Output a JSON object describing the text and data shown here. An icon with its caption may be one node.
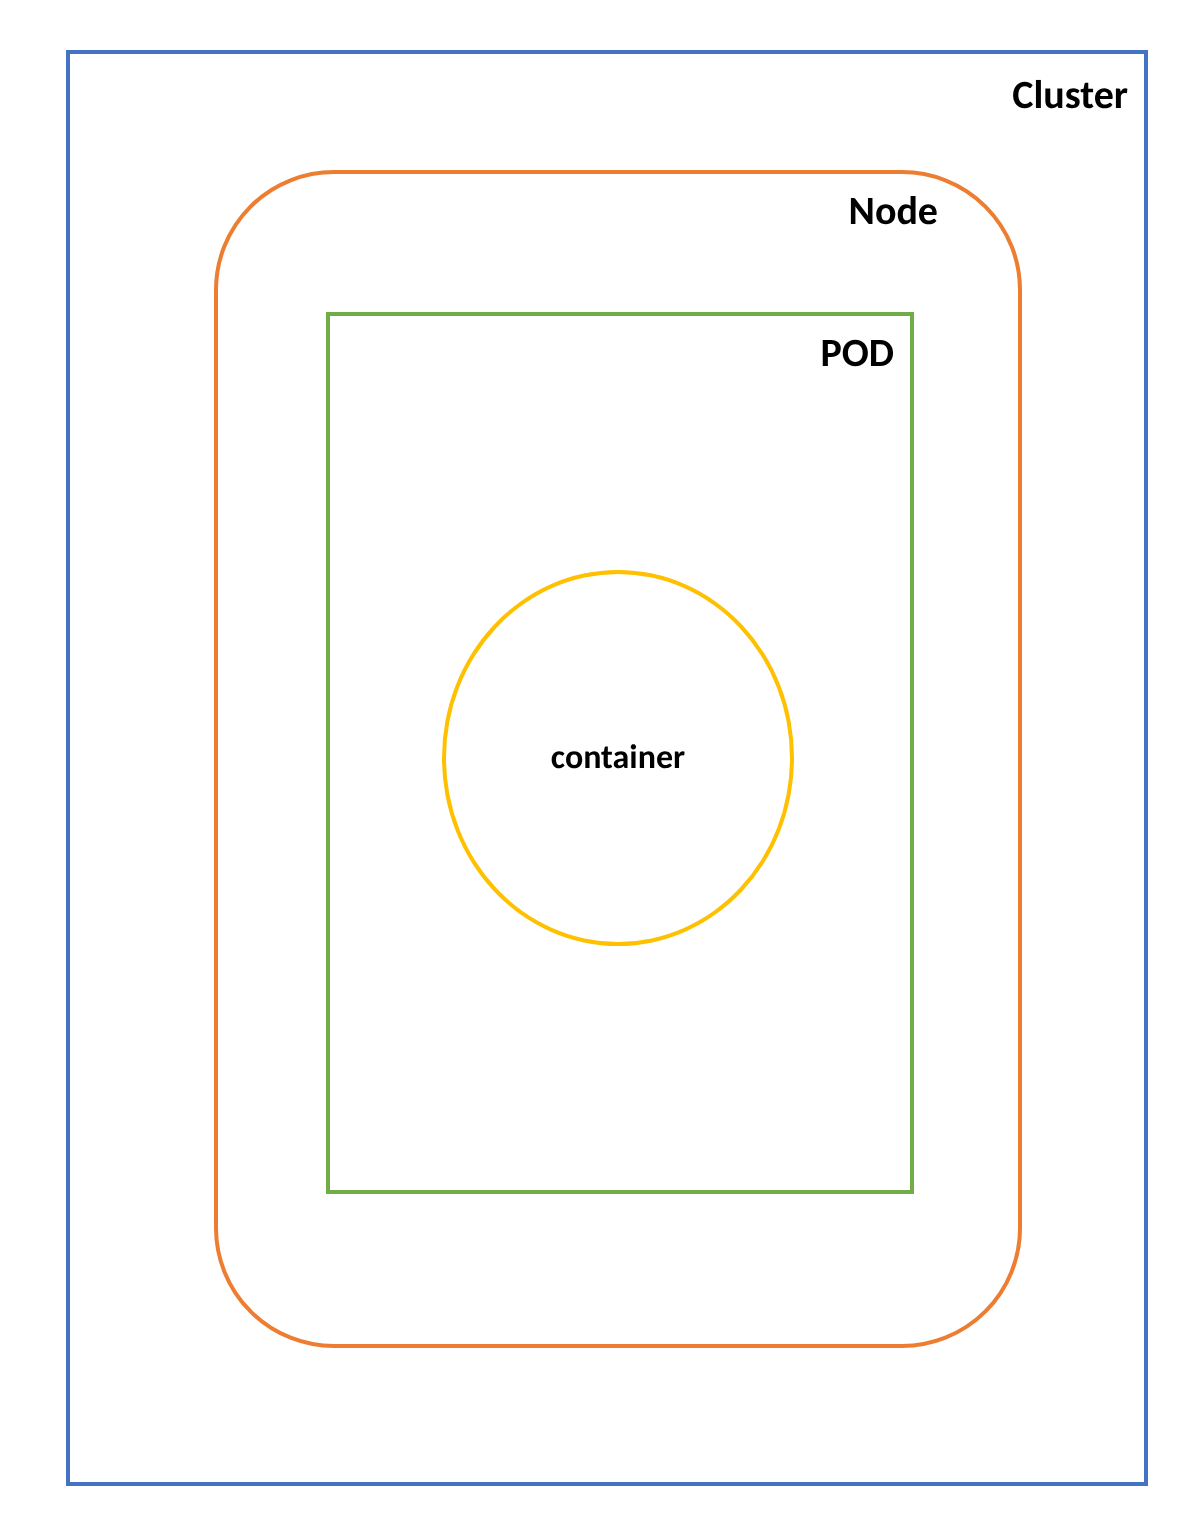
{
  "diagram": {
    "nodes": [
      {
        "text": [
          "Cluster"
        ]
      },
      {
        "text": [
          "Node"
        ],
        "in": 0
      },
      {
        "text": [
          "POD"
        ],
        "in": 1
      },
      {
        "text": [
          "container"
        ],
        "in": 2
      }
    ]
  }
}
